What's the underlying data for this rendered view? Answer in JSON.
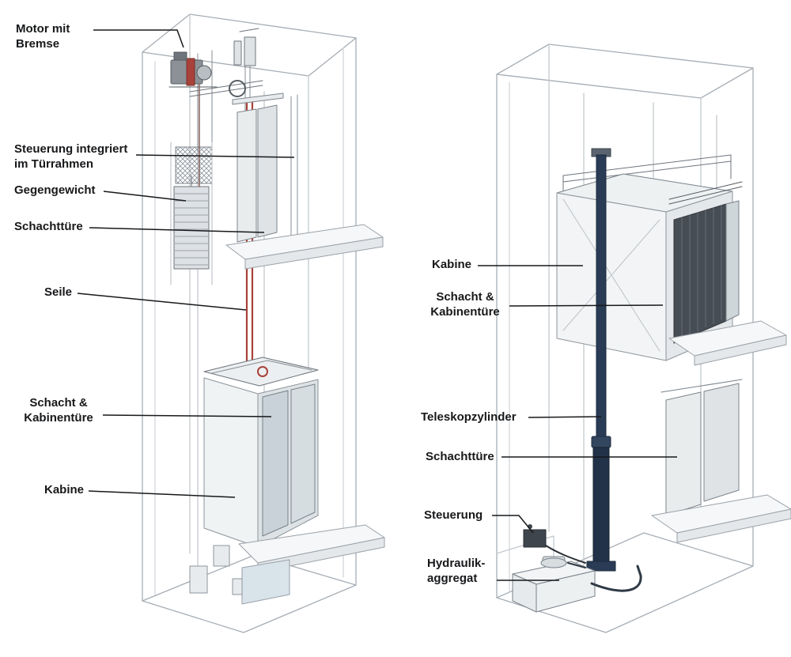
{
  "left_labels": {
    "motor": "Motor mit\nBremse",
    "steuerung": "Steuerung integriert\nim Türrahmen",
    "gegengewicht": "Gegengewicht",
    "schachttuere": "Schachttüre",
    "seile": "Seile",
    "schacht_kabinentuere": "Schacht &\nKabinentüre",
    "kabine": "Kabine"
  },
  "right_labels": {
    "kabine": "Kabine",
    "schacht_kabinentuere": "Schacht &\nKabinentüre",
    "teleskopzylinder": "Teleskopzylinder",
    "schachttuere": "Schachttüre",
    "steuerung": "Steuerung",
    "hydraulikaggregat": "Hydraulik-\naggregat"
  },
  "colors": {
    "label_text": "#17181a",
    "leader_line": "#17181a",
    "structure_line": "#a6adb4",
    "rope_red": "#a8423a",
    "cylinder_blue": "#2a3c55",
    "door_fill": "#dfe3e6",
    "dark_interior": "#474d54"
  }
}
